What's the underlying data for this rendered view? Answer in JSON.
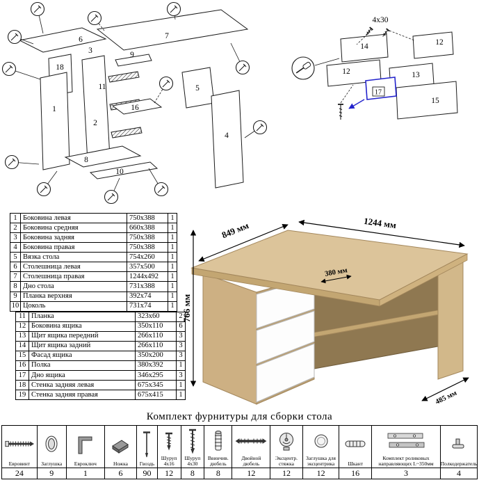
{
  "colors": {
    "wood": "#d8bf93",
    "accent_blue": "#2323cc"
  },
  "diagram_left": {
    "numbers": [
      "6",
      "7",
      "18",
      "1",
      "3",
      "9",
      "2",
      "11",
      "16",
      "5",
      "8",
      "10",
      "4"
    ]
  },
  "diagram_right": {
    "numbers": [
      "14",
      "12",
      "12",
      "13",
      "17",
      "15"
    ],
    "screw_label": "4x30"
  },
  "desk": {
    "dims": {
      "depth_left": "849 мм",
      "width_right": "1244 мм",
      "height": "766 мм",
      "shelf_depth": "380 мм",
      "depth_right": "485 мм"
    }
  },
  "parts_table": {
    "rows_1_10": [
      {
        "num": "1",
        "name": "Боковина левая",
        "size": "750x388",
        "qty": "1"
      },
      {
        "num": "2",
        "name": "Боковина средняя",
        "size": "660x388",
        "qty": "1"
      },
      {
        "num": "3",
        "name": "Боковина задняя",
        "size": "750x388",
        "qty": "1"
      },
      {
        "num": "4",
        "name": "Боковина правая",
        "size": "750x388",
        "qty": "1"
      },
      {
        "num": "5",
        "name": "Вязка стола",
        "size": "754x260",
        "qty": "1"
      },
      {
        "num": "6",
        "name": "Столешница левая",
        "size": "357x500",
        "qty": "1"
      },
      {
        "num": "7",
        "name": "Столешница правая",
        "size": "1244x492",
        "qty": "1"
      },
      {
        "num": "8",
        "name": "Дно стола",
        "size": "731x388",
        "qty": "1"
      },
      {
        "num": "9",
        "name": "Планка верхняя",
        "size": "392x74",
        "qty": "1"
      },
      {
        "num": "10",
        "name": "Цоколь",
        "size": "731x74",
        "qty": "1"
      }
    ],
    "rows_11_19": [
      {
        "num": "11",
        "name": "Планка",
        "size": "323x60",
        "qty": "2"
      },
      {
        "num": "12",
        "name": "Боковина ящика",
        "size": "350x110",
        "qty": "6"
      },
      {
        "num": "13",
        "name": "Щит ящика передний",
        "size": "266x110",
        "qty": "3"
      },
      {
        "num": "14",
        "name": "Щит ящика задний",
        "size": "266x110",
        "qty": "3"
      },
      {
        "num": "15",
        "name": "Фасад ящика",
        "size": "350x200",
        "qty": "3"
      },
      {
        "num": "16",
        "name": "Полка",
        "size": "380x392",
        "qty": "1"
      },
      {
        "num": "17",
        "name": "Дно ящика",
        "size": "346x295",
        "qty": "3"
      },
      {
        "num": "18",
        "name": "Стенка задняя левая",
        "size": "675x345",
        "qty": "1"
      },
      {
        "num": "19",
        "name": "Стенка задняя правая",
        "size": "675x415",
        "qty": "1"
      }
    ]
  },
  "hardware": {
    "title": "Комплект фурнитуры для сборки стола",
    "items": [
      {
        "name": "Евровинт",
        "qty": "24"
      },
      {
        "name": "Заглушка",
        "qty": "9"
      },
      {
        "name": "Евроключ",
        "qty": "1"
      },
      {
        "name": "Ножка",
        "qty": "6"
      },
      {
        "name": "Гвоздь",
        "qty": "90"
      },
      {
        "name": "Шуруп 4x16",
        "qty": "12"
      },
      {
        "name": "Шуруп 4x30",
        "qty": "8"
      },
      {
        "name": "Ввинчив. дюбель",
        "qty": "8"
      },
      {
        "name": "Двойной дюбель",
        "qty": "12"
      },
      {
        "name": "Эксцентр. стяжка",
        "qty": "12"
      },
      {
        "name": "Заглушка для эксцентрика",
        "qty": "12"
      },
      {
        "name": "Шкант",
        "qty": "16"
      },
      {
        "name": "Комплект роликовых направляющих L~350мм",
        "qty": "3"
      },
      {
        "name": "Полкодержатель",
        "qty": "4"
      }
    ]
  }
}
